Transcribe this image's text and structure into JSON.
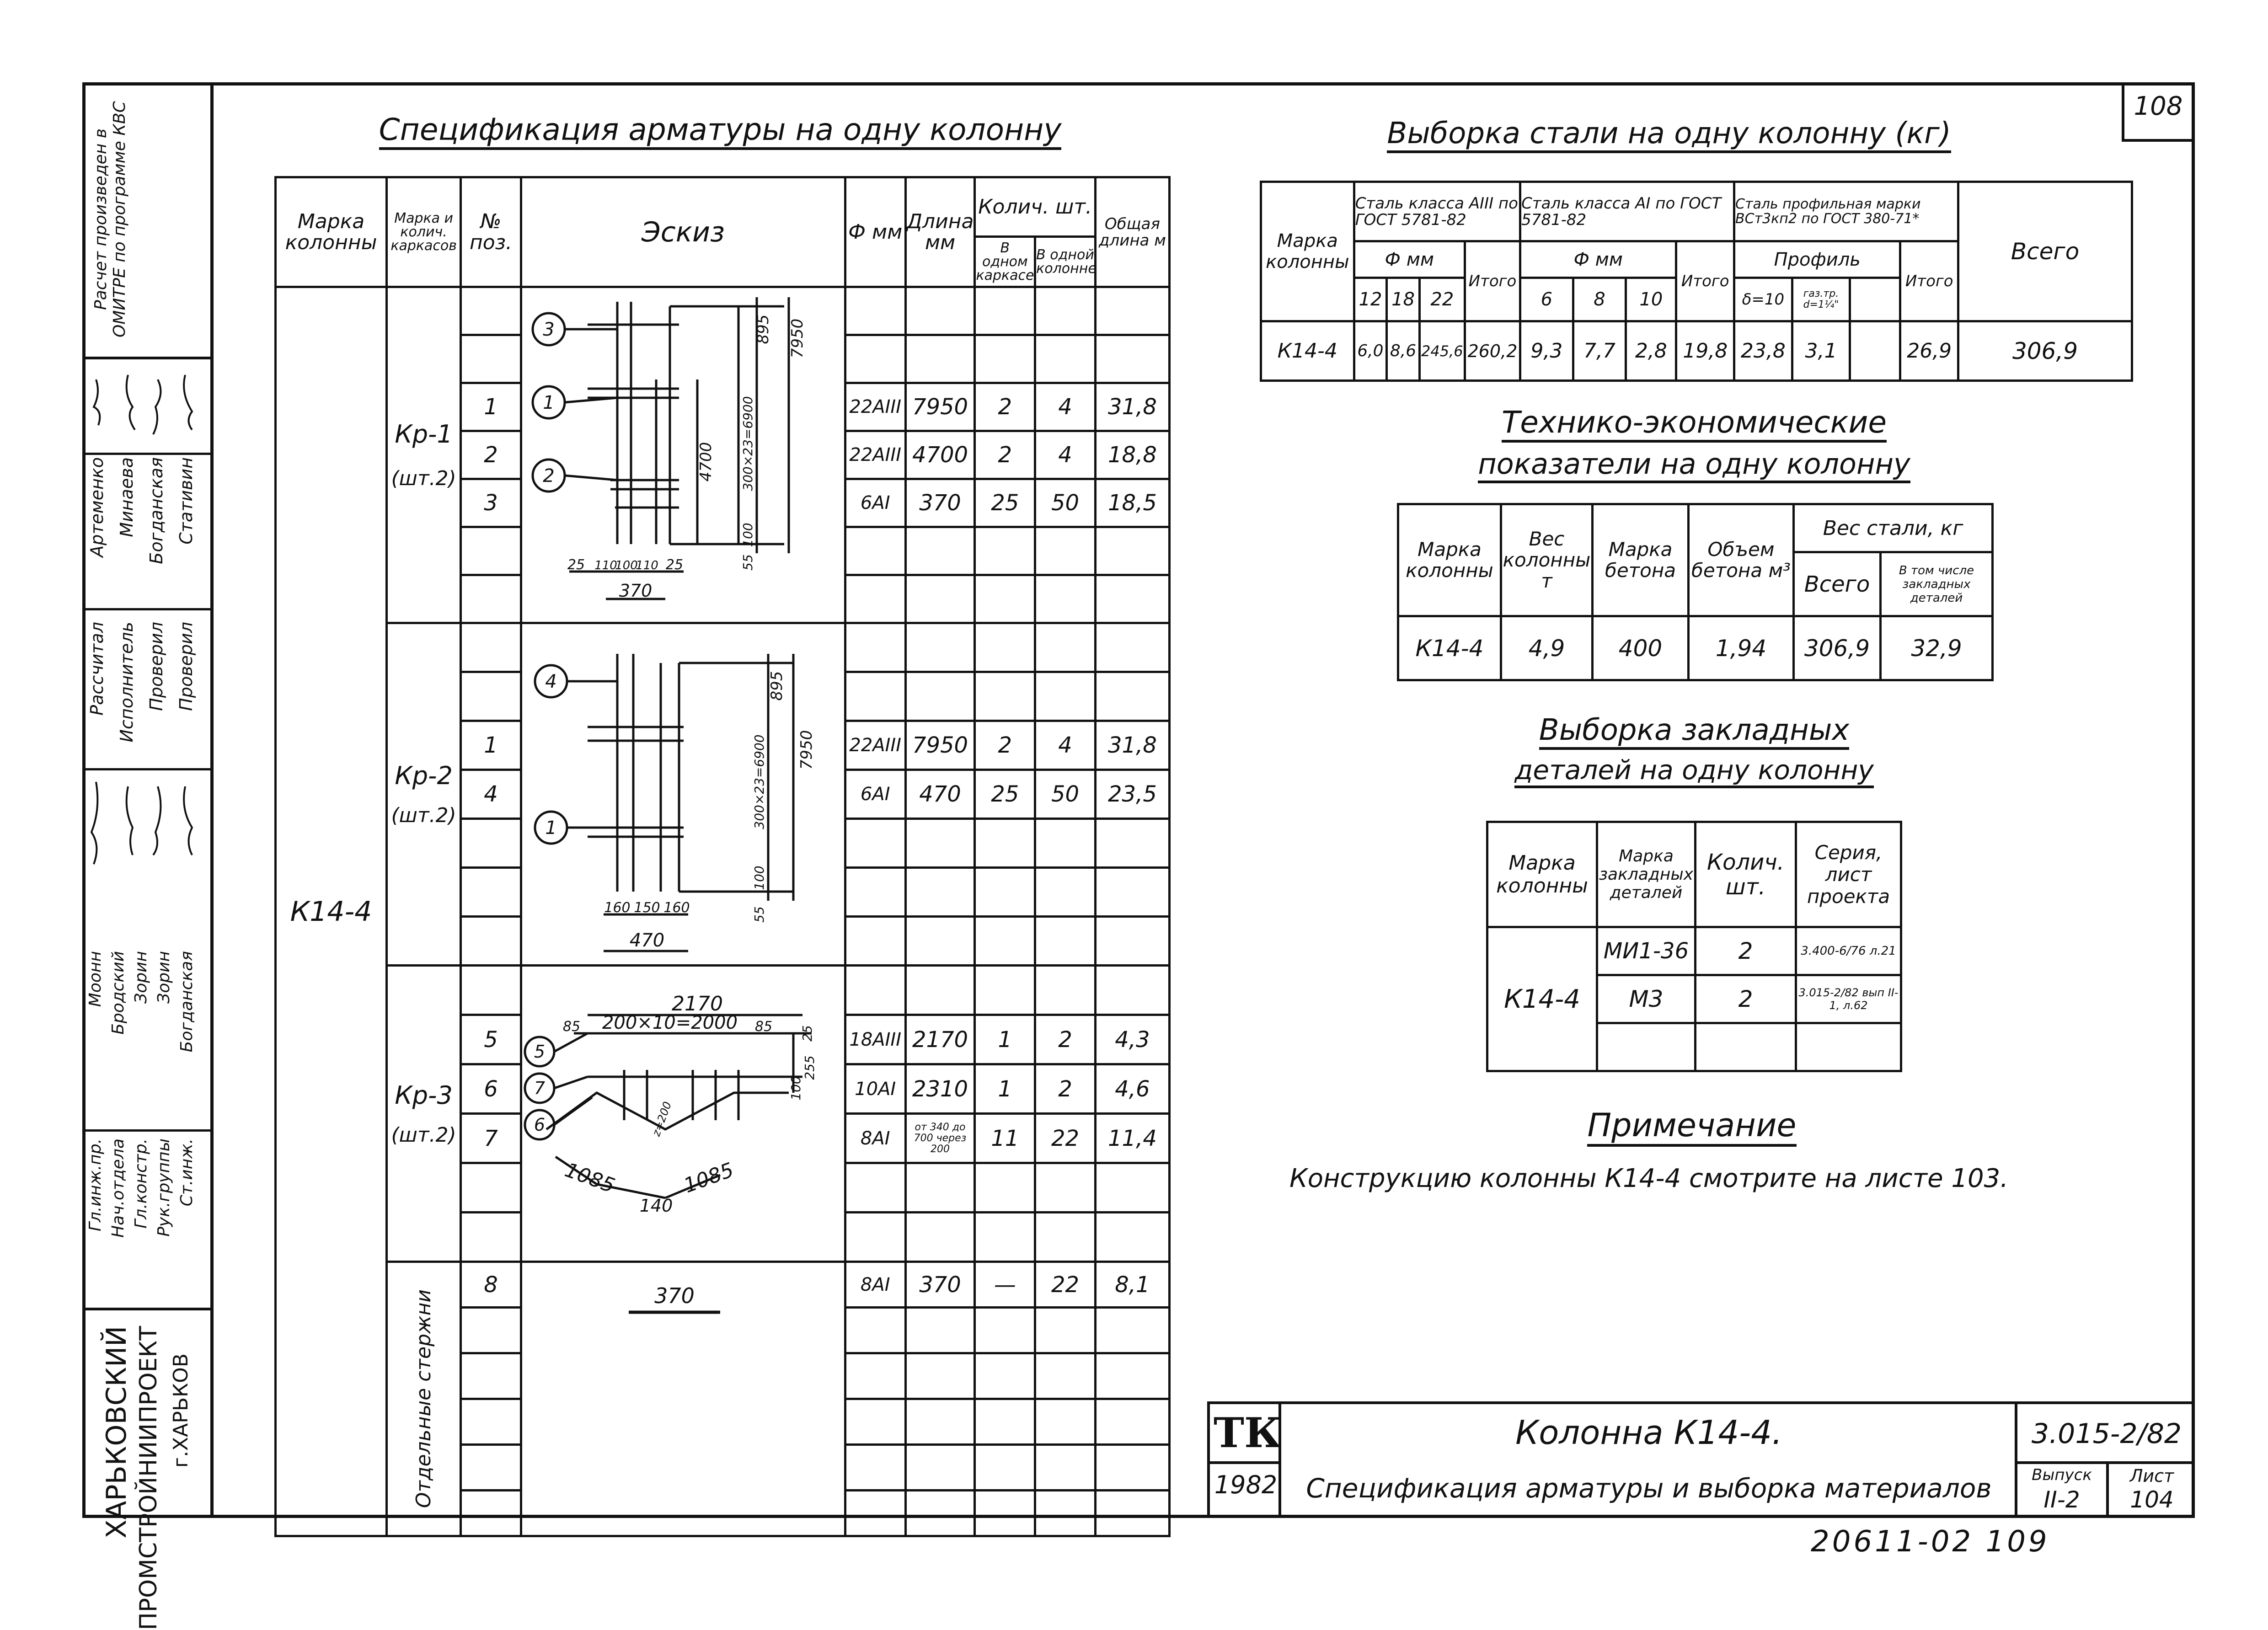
{
  "page_number": "108",
  "spec": {
    "title": "Спецификация арматуры на одну колонну",
    "headers": {
      "marka_kolonny": "Марка колонны",
      "marka_karkasov": "Марка и колич. каркасов",
      "poz": "№ поз.",
      "eskiz": "Эскиз",
      "diam": "Ф мм",
      "dlina": "Длина мм",
      "kolich": "Колич. шт.",
      "v_karkase": "В одном каркасе",
      "v_kolonne": "В одной колонне",
      "obshch": "Общая длина м"
    },
    "column_mark": "К14-4",
    "groups": [
      {
        "mark": "Кр-1",
        "qty": "(шт.2)",
        "rows": [
          {
            "poz": "1",
            "diam": "22AIII",
            "len": "7950",
            "kk": "2",
            "kc": "4",
            "total": "31,8"
          },
          {
            "poz": "2",
            "diam": "22AIII",
            "len": "4700",
            "kk": "2",
            "kc": "4",
            "total": "18,8"
          },
          {
            "poz": "3",
            "diam": "6AI",
            "len": "370",
            "kk": "25",
            "kc": "50",
            "total": "18,5"
          }
        ],
        "sketch": {
          "callouts": [
            "3",
            "1",
            "2"
          ],
          "dims": [
            "895",
            "7950",
            "4700",
            "100",
            "300×23=6900",
            "55",
            "25",
            "110",
            "100",
            "110",
            "25",
            "370"
          ]
        }
      },
      {
        "mark": "Кр-2",
        "qty": "(шт.2)",
        "rows": [
          {
            "poz": "1",
            "diam": "22AIII",
            "len": "7950",
            "kk": "2",
            "kc": "4",
            "total": "31,8"
          },
          {
            "poz": "4",
            "diam": "6AI",
            "len": "470",
            "kk": "25",
            "kc": "50",
            "total": "23,5"
          }
        ],
        "sketch": {
          "callouts": [
            "4",
            "1"
          ],
          "dims": [
            "895",
            "7950",
            "100",
            "300×23=6900",
            "55",
            "160",
            "150",
            "160",
            "470"
          ]
        }
      },
      {
        "mark": "Кр-3",
        "qty": "(шт.2)",
        "rows": [
          {
            "poz": "5",
            "diam": "18AIII",
            "len": "2170",
            "kk": "1",
            "kc": "2",
            "total": "4,3"
          },
          {
            "poz": "6",
            "diam": "10AI",
            "len": "2310",
            "kk": "1",
            "kc": "2",
            "total": "4,6"
          },
          {
            "poz": "7",
            "diam": "8AI",
            "len": "от 340 до 700 через 200",
            "kk": "11",
            "kc": "22",
            "total": "11,4"
          }
        ],
        "sketch": {
          "callouts": [
            "5",
            "7",
            "6"
          ],
          "dims": [
            "2170",
            "85",
            "200×10=2000",
            "85",
            "25",
            "100",
            "255",
            "1085",
            "140",
            "1085",
            "z=200"
          ]
        }
      },
      {
        "mark": "Отдельные стержни",
        "qty": "",
        "rows": [
          {
            "poz": "8",
            "diam": "8AI",
            "len": "370",
            "kk": "—",
            "kc": "22",
            "total": "8,1"
          }
        ],
        "sketch": {
          "callouts": [],
          "dims": [
            "370"
          ]
        }
      }
    ]
  },
  "vyborka": {
    "title": "Выборка стали на одну колонну (кг)",
    "h_marka": "Марка колонны",
    "h_a3": "Сталь класса AIII по ГОСТ 5781-82",
    "h_a1": "Сталь класса AI по ГОСТ 5781-82",
    "h_prof": "Сталь профильная марки ВСт3кп2 по ГОСТ 380-71*",
    "h_vsego": "Всего",
    "h_fmm": "Ф мм",
    "h_itogo": "Итого",
    "h_profil": "Профиль",
    "sub_a3": [
      "12",
      "18",
      "22"
    ],
    "sub_a1": [
      "6",
      "8",
      "10"
    ],
    "sub_prof": [
      "δ=10",
      "газ.тр. d=1¼\""
    ],
    "row": {
      "mark": "К14-4",
      "a3": [
        "6,0",
        "8,6",
        "245,6"
      ],
      "a3_itogo": "260,2",
      "a1": [
        "9,3",
        "7,7",
        "2,8"
      ],
      "a1_itogo": "19,8",
      "prof": [
        "23,8",
        "3,1",
        ""
      ],
      "prof_itogo": "26,9",
      "vsego": "306,9"
    }
  },
  "tep": {
    "title1": "Технико-экономические",
    "title2": "показатели на одну колонну",
    "headers": [
      "Марка колонны",
      "Вес колонны т",
      "Марка бетона",
      "Объем бетона м³",
      "Вес стали, кг",
      "Всего",
      "В том числе закладных деталей"
    ],
    "row": [
      "К14-4",
      "4,9",
      "400",
      "1,94",
      "306,9",
      "32,9"
    ]
  },
  "zakl": {
    "title1": "Выборка закладных",
    "title2": "деталей на одну колонну",
    "headers": [
      "Марка колонны",
      "Марка закладных деталей",
      "Колич. шт.",
      "Серия, лист проекта"
    ],
    "mark": "К14-4",
    "rows": [
      {
        "det": "МИ1-36",
        "qty": "2",
        "ser": "3.400-6/76 л.21"
      },
      {
        "det": "М3",
        "qty": "2",
        "ser": "3.015-2/82 вып II-1, л.62"
      }
    ]
  },
  "note": {
    "title": "Примечание",
    "text": "Конструкцию колонны К14-4 смотрите на листе 103."
  },
  "title_block": {
    "logo": "ТК",
    "year": "1982",
    "title1": "Колонна К14-4.",
    "title2": "Спецификация арматуры и выборка материалов",
    "series": "3.015-2/82",
    "vypusk_label": "Выпуск",
    "vypusk": "II-2",
    "list_label": "Лист",
    "list": "104"
  },
  "bottom_code": "20611-02 109",
  "left_stamp": {
    "note": "Расчет произведен в ОМИТРЕ по программе КВС",
    "roles": [
      "Рассчитал",
      "Исполнитель",
      "Проверил",
      "Проверил"
    ],
    "names": [
      "Артеменко",
      "Минаева",
      "Богданская",
      "Стативин"
    ],
    "roles2": [
      "Гл.инж.пр.",
      "Нач.отдела",
      "Гл.констр.",
      "Рук.группы",
      "Ст.инж."
    ],
    "names2": [
      "Моонн",
      "Бродский",
      "Зорин",
      "Зорин",
      "Богданская"
    ],
    "org1": "ХАРЬКОВСКИЙ",
    "org2": "ПРОМСТРОЙНИИПРОЕКТ",
    "org3": "г.ХАРЬКОВ"
  }
}
